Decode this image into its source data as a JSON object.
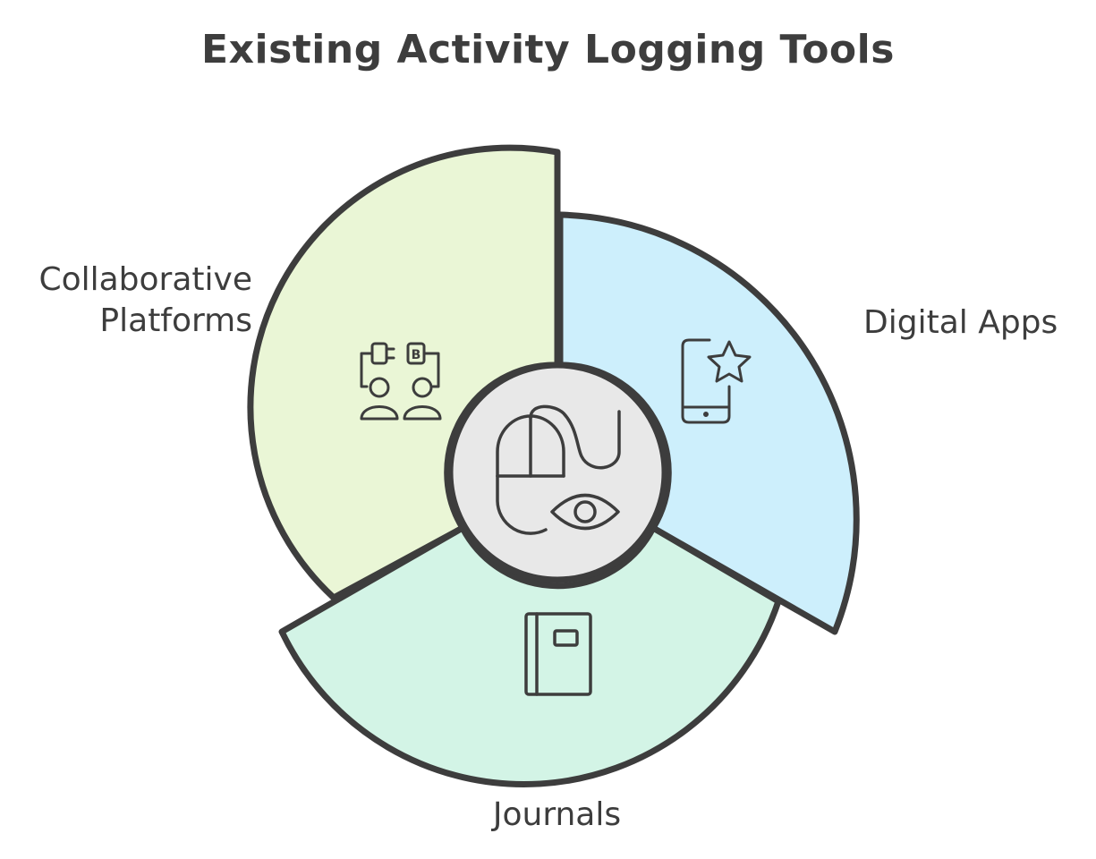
{
  "title": "Existing Activity Logging Tools",
  "center": {
    "icon": "mouse-eye-icon"
  },
  "segments": [
    {
      "id": "collaborative",
      "label_line1": "Collaborative",
      "label_line2": "Platforms",
      "icon": "collaboration-icon",
      "color": "#eaf6d6"
    },
    {
      "id": "digital",
      "label": "Digital Apps",
      "icon": "smartphone-star-icon",
      "color": "#cdeffc"
    },
    {
      "id": "journals",
      "label": "Journals",
      "icon": "notebook-icon",
      "color": "#d3f4e6"
    }
  ],
  "colors": {
    "stroke": "#3d3d3d",
    "center_fill": "#e8e8e8"
  }
}
